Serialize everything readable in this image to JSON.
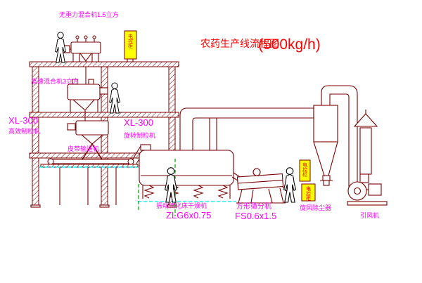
{
  "title": {
    "main": "农药生产线流程图",
    "capacity": "(500kg/h)"
  },
  "labels": {
    "top_mixer": "无重力混合机1.5立方",
    "high_speed_mixer": "高速混合机3立方",
    "granulator_left_model": "XL-300",
    "granulator_left_name": "高效制粒机",
    "granulator_mid_model": "XL-300",
    "granulator_mid_name": "旋转制粒机",
    "belt_conveyor": "皮带输送机",
    "dryer_name": "振动流化床干燥机",
    "dryer_model": "ZLG6x0.75",
    "sieve_name": "方形筛分机",
    "sieve_model": "FS0.6x1.5",
    "cyclone": "旋风除尘器",
    "fan": "引风机",
    "cabinet": "电控柜"
  },
  "colors": {
    "line": "#7a0000",
    "label": "#ff00ff",
    "title": "#ff0000",
    "cabinet_fill": "#ffff00",
    "cabinet_text": "#ff0000",
    "guide_cyan": "#00e5ee",
    "guide_green": "#00a000",
    "figure": "#000000",
    "background": "#ffffff"
  }
}
